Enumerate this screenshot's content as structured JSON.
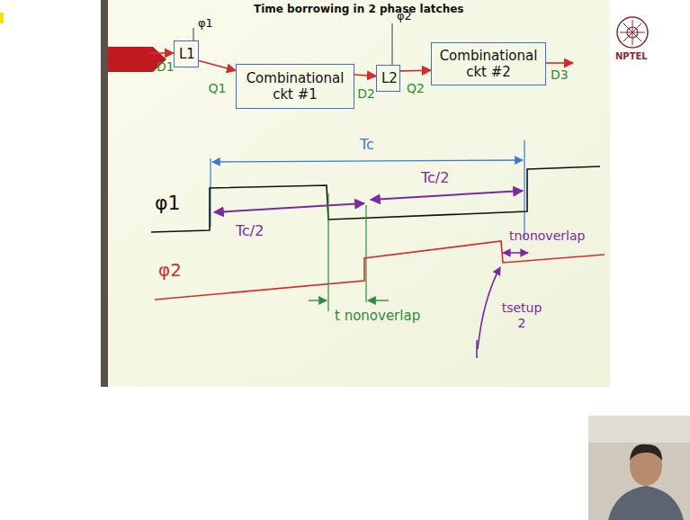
{
  "diagram": {
    "title": "Time borrowing in 2 phase latches",
    "nodes": [
      {
        "text": [
          "L1"
        ]
      },
      {
        "text": [
          "Combinational ckt #1"
        ]
      },
      {
        "text": [
          "L2"
        ]
      },
      {
        "text": [
          "Combinational ckt #2"
        ]
      }
    ],
    "edges": [
      {
        "from": 0,
        "to": 1,
        "arrow": "to",
        "label": "Q1"
      },
      {
        "from": 1,
        "to": 2,
        "arrow": "to",
        "label": "D2"
      },
      {
        "from": 2,
        "to": 3,
        "arrow": "to",
        "label": "Q2"
      }
    ],
    "labels": [
      "φ1",
      "φ2",
      "D1",
      "D3",
      "Tc",
      "Tc/2",
      "Tc/2",
      "φ1",
      "φ2",
      "t nonoverlap",
      "tnonoverlap",
      "tsetup 2",
      "NPTEL"
    ]
  }
}
